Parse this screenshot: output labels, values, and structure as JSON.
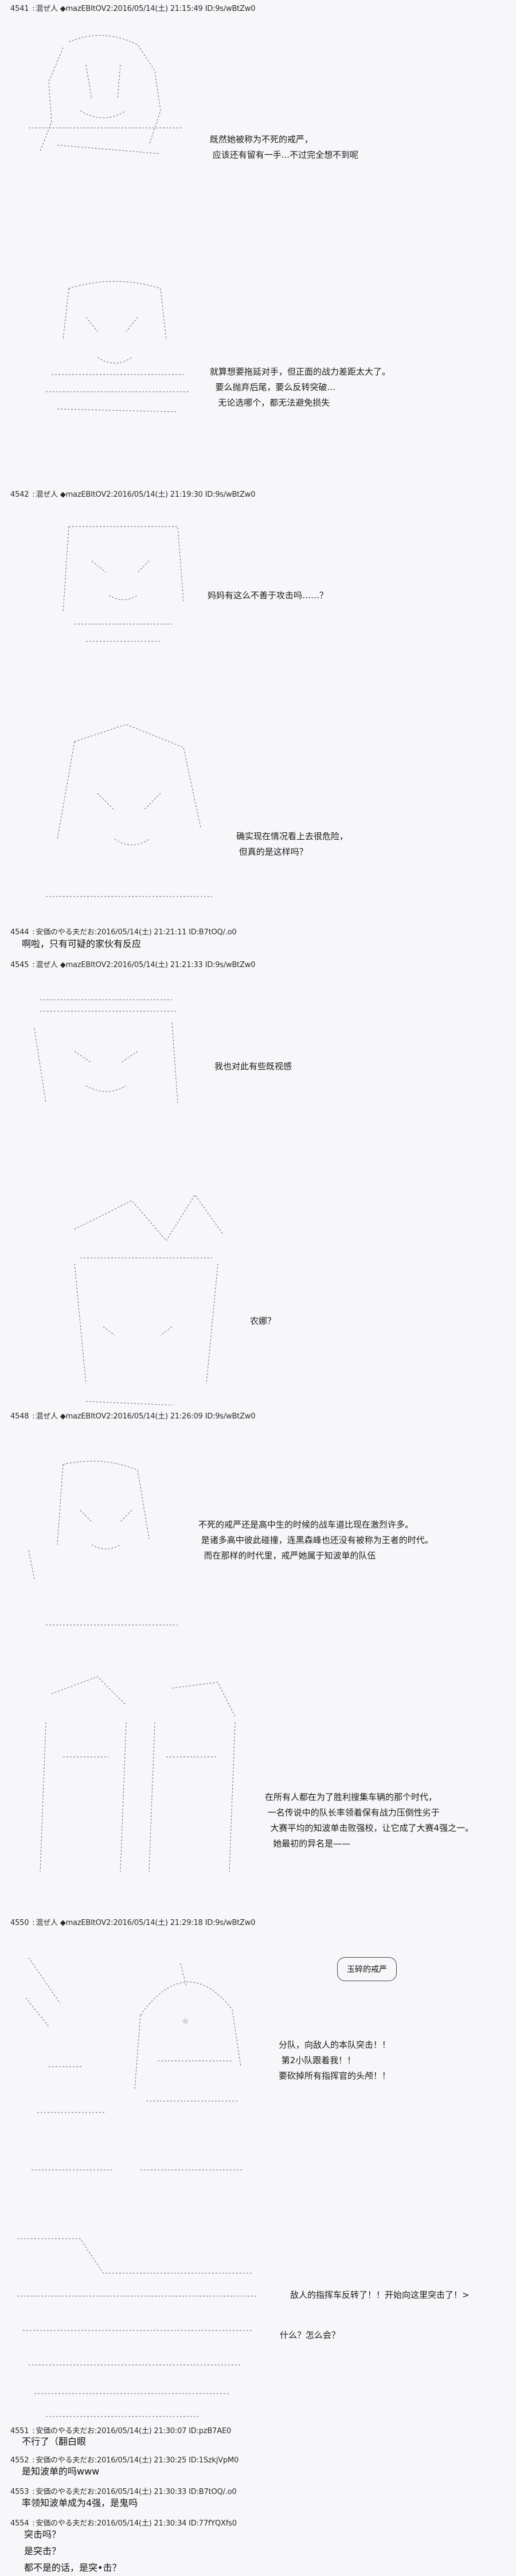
{
  "posts": [
    {
      "number": "4541",
      "name": "混ぜ人",
      "trip": "◆mazEBItOV2",
      "date": "2016/05/14(土) 21:15:49",
      "id": "ID:9s/wBtZw0",
      "panels": [
        {
          "lines": [
            "既然她被称为不死的戒严，",
            " 应该还有留有一手...不过完全想不到呢"
          ]
        },
        {
          "lines": [
            "就算想要拖延对手，但正面的战力差距太大了。",
            "  要么抛弃后尾，要么反转突破...",
            "   无论选哪个，都无法避免损失"
          ]
        }
      ]
    },
    {
      "number": "4542",
      "name": "混ぜ人",
      "trip": "◆mazEBItOV2",
      "date": "2016/05/14(土) 21:19:30",
      "id": "ID:9s/wBtZw0",
      "panels": [
        {
          "lines": [
            "妈妈有这么不善于攻击吗……？"
          ]
        },
        {
          "lines": [
            "确实现在情况看上去很危险，",
            " 但真的是这样吗？"
          ]
        }
      ]
    },
    {
      "number": "4544",
      "name": "安価のやる夫だお",
      "trip": "",
      "date": "2016/05/14(土) 21:21:11",
      "id": "ID:B7tOQ/.o0",
      "body": [
        "啊啦，只有可疑的家伙有反应"
      ]
    },
    {
      "number": "4545",
      "name": "混ぜ人",
      "trip": "◆mazEBItOV2",
      "date": "2016/05/14(土) 21:21:33",
      "id": "ID:9s/wBtZw0",
      "panels": [
        {
          "lines": [
            "我也对此有些既视感"
          ]
        },
        {
          "lines": [
            "农娜？"
          ]
        }
      ]
    },
    {
      "number": "4548",
      "name": "混ぜ人",
      "trip": "◆mazEBItOV2",
      "date": "2016/05/14(土) 21:26:09",
      "id": "ID:9s/wBtZw0",
      "panels": [
        {
          "lines": [
            "不死的戒严还是高中生的时候的战车道比现在激烈许多。",
            " 是诸多高中彼此碰撞，连黑森峰也还没有被称为王者的时代。",
            "  而在那样的时代里，戒严她属于知波单的队伍"
          ]
        },
        {
          "lines": [
            "在所有人都在为了胜利搜集车辆的那个时代，",
            " 一名传说中的队长率领着保有战力压倒性劣于",
            "  大赛平均的知波单击败强校，让它成了大赛4强之一。",
            "   她最初的异名是——"
          ]
        }
      ]
    },
    {
      "number": "4550",
      "name": "混ぜ人",
      "trip": "◆mazEBItOV2",
      "date": "2016/05/14(土) 21:29:18",
      "id": "ID:9s/wBtZw0",
      "bubble": "玉碎的戒严",
      "panels": [
        {
          "lines": [
            "分队，向敌人的本队突击！！",
            " 第2小队跟着我！！",
            "要砍掉所有指挥官的头颅！！"
          ]
        },
        {
          "lines": [
            "敌人的指挥车反转了！！开始向这里突击了！>"
          ]
        },
        {
          "lines": [
            "什么？怎么会？"
          ]
        }
      ]
    },
    {
      "number": "4551",
      "name": "安価のやる夫だお",
      "trip": "",
      "date": "2016/05/14(土) 21:30:07",
      "id": "ID:pzB7AE0",
      "body": [
        "不行了（翻白眼"
      ]
    },
    {
      "number": "4552",
      "name": "安価のやる夫だお",
      "trip": "",
      "date": "2016/05/14(土) 21:30:25",
      "id": "ID:1SzkjVpM0",
      "body": [
        "是知波单的吗www"
      ]
    },
    {
      "number": "4553",
      "name": "安価のやる夫だお",
      "trip": "",
      "date": "2016/05/14(土) 21:30:33",
      "id": "ID:B7tOQ/.o0",
      "body": [
        "率领知波单成为4强，是鬼吗"
      ]
    },
    {
      "number": "4554",
      "name": "安価のやる夫だお",
      "trip": "",
      "date": "2016/05/14(土) 21:30:34",
      "id": "ID:77fYQXfs0",
      "body": [
        "突击吗？",
        "是突击？",
        "都不是的话，是突•击？"
      ]
    }
  ]
}
